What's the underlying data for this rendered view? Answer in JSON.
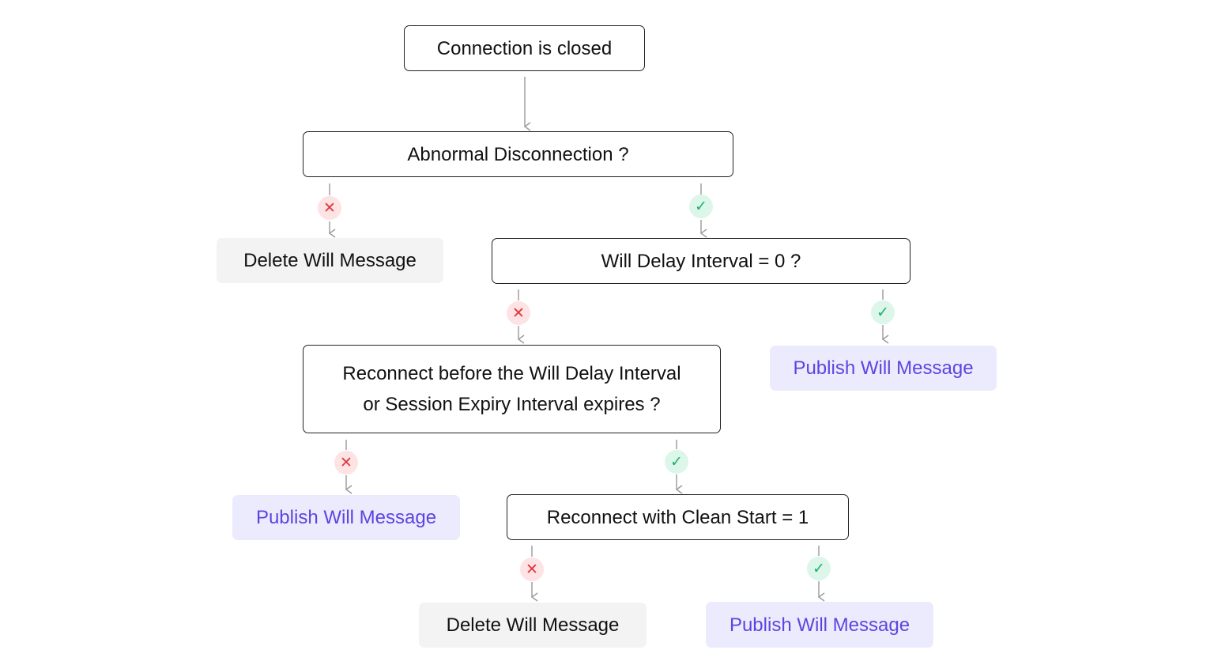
{
  "diagram": {
    "nodes": {
      "connection_closed": "Connection is closed",
      "abnormal_disconnection": "Abnormal Disconnection ?",
      "delete_will_1": "Delete Will Message",
      "will_delay_zero": "Will Delay Interval = 0 ?",
      "publish_will_1": "Publish Will Message",
      "reconnect_before_line1": "Reconnect before the Will Delay Interval",
      "reconnect_before_line2": "or Session Expiry Interval expires ?",
      "publish_will_2": "Publish Will Message",
      "clean_start": "Reconnect with Clean Start = 1",
      "delete_will_2": "Delete Will Message",
      "publish_will_3": "Publish Will Message"
    },
    "badges": {
      "no_symbol": "✕",
      "yes_symbol": "✓",
      "no_icon": "cross-icon",
      "yes_icon": "check-icon"
    },
    "colors": {
      "decision_border": "#222222",
      "delete_fill": "#f3f3f4",
      "publish_fill": "#ecebfd",
      "publish_text": "#5b45e0",
      "no_badge_fill": "#fde3e4",
      "no_badge_mark": "#e2363c",
      "yes_badge_fill": "#ddf6ea",
      "yes_badge_mark": "#19b36a",
      "arrow": "#9a9a9a"
    }
  }
}
